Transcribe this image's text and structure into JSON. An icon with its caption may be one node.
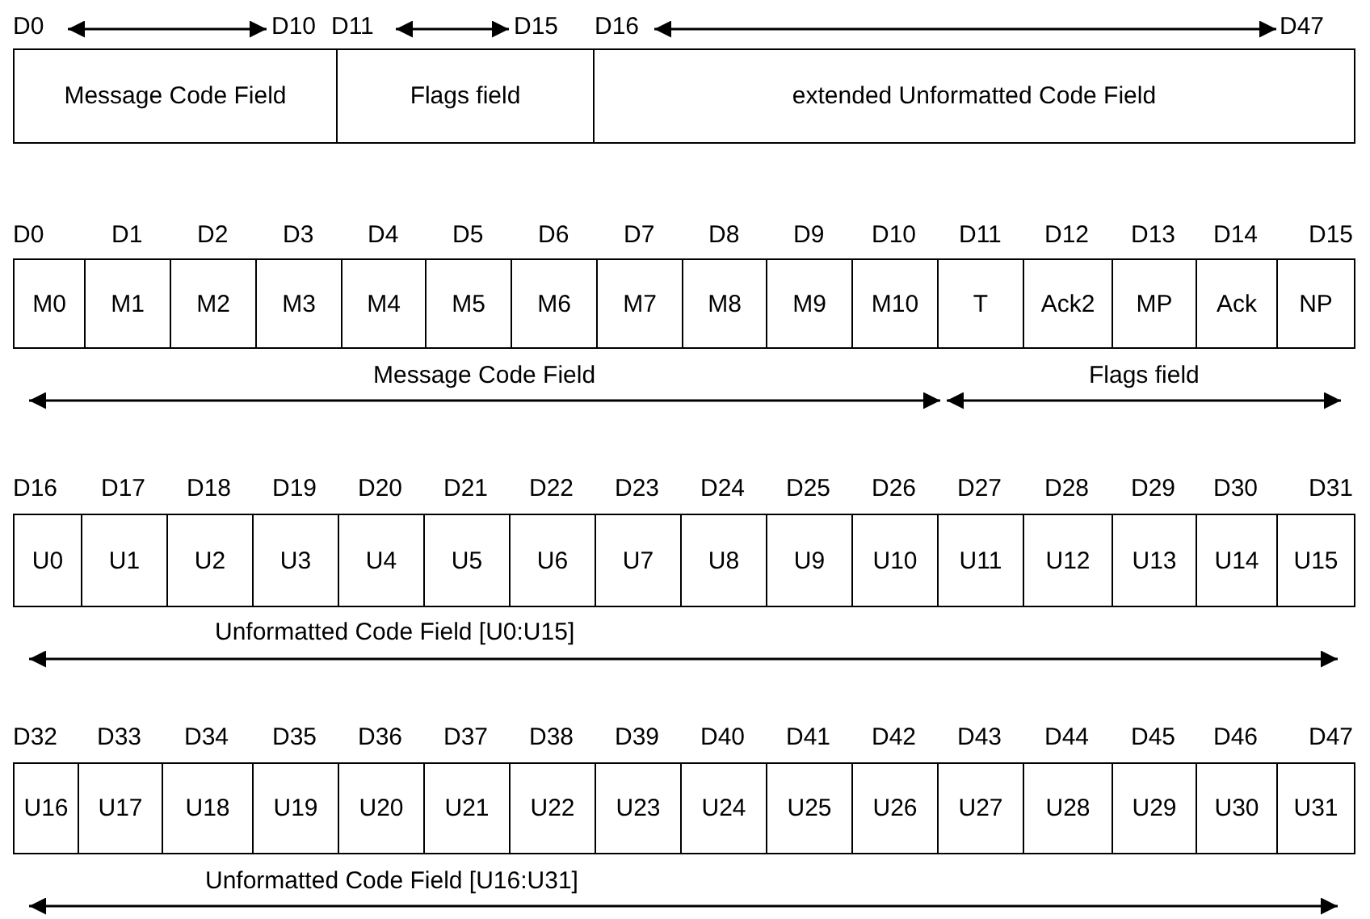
{
  "diagram": {
    "nodes": [
      {
        "text": [
          "Message Code Field"
        ]
      },
      {
        "text": [
          "Flags field"
        ]
      },
      {
        "text": [
          "extended Unformatted Code Field"
        ]
      },
      {
        "text": [
          "M0"
        ]
      },
      {
        "text": [
          "M1"
        ]
      },
      {
        "text": [
          "M2"
        ]
      },
      {
        "text": [
          "M3"
        ]
      },
      {
        "text": [
          "M4"
        ]
      },
      {
        "text": [
          "M5"
        ]
      },
      {
        "text": [
          "M6"
        ]
      },
      {
        "text": [
          "M7"
        ]
      },
      {
        "text": [
          "M8"
        ]
      },
      {
        "text": [
          "M9"
        ]
      },
      {
        "text": [
          "M10"
        ]
      },
      {
        "text": [
          "T"
        ]
      },
      {
        "text": [
          "Ack2"
        ]
      },
      {
        "text": [
          "MP"
        ]
      },
      {
        "text": [
          "Ack"
        ]
      },
      {
        "text": [
          "NP"
        ]
      },
      {
        "text": [
          "U0"
        ]
      },
      {
        "text": [
          "U1"
        ]
      },
      {
        "text": [
          "U2"
        ]
      },
      {
        "text": [
          "U3"
        ]
      },
      {
        "text": [
          "U4"
        ]
      },
      {
        "text": [
          "U5"
        ]
      },
      {
        "text": [
          "U6"
        ]
      },
      {
        "text": [
          "U7"
        ]
      },
      {
        "text": [
          "U8"
        ]
      },
      {
        "text": [
          "U9"
        ]
      },
      {
        "text": [
          "U10"
        ]
      },
      {
        "text": [
          "U11"
        ]
      },
      {
        "text": [
          "U12"
        ]
      },
      {
        "text": [
          "U13"
        ]
      },
      {
        "text": [
          "U14"
        ]
      },
      {
        "text": [
          "U15"
        ]
      },
      {
        "text": [
          "U16"
        ]
      },
      {
        "text": [
          "U17"
        ]
      },
      {
        "text": [
          "U18"
        ]
      },
      {
        "text": [
          "U19"
        ]
      },
      {
        "text": [
          "U20"
        ]
      },
      {
        "text": [
          "U21"
        ]
      },
      {
        "text": [
          "U22"
        ]
      },
      {
        "text": [
          "U23"
        ]
      },
      {
        "text": [
          "U24"
        ]
      },
      {
        "text": [
          "U25"
        ]
      },
      {
        "text": [
          "U26"
        ]
      },
      {
        "text": [
          "U27"
        ]
      },
      {
        "text": [
          "U28"
        ]
      },
      {
        "text": [
          "U29"
        ]
      },
      {
        "text": [
          "U30"
        ]
      },
      {
        "text": [
          "U31"
        ]
      }
    ],
    "labels": [
      "D0",
      "D10",
      "D11",
      "D15",
      "D16",
      "D47",
      "D0",
      "D1",
      "D2",
      "D3",
      "D4",
      "D5",
      "D6",
      "D7",
      "D8",
      "D9",
      "D10",
      "D11",
      "D12",
      "D13",
      "D14",
      "D15",
      "Message Code Field",
      "Flags field",
      "D16",
      "D17",
      "D18",
      "D19",
      "D20",
      "D21",
      "D22",
      "D23",
      "D24",
      "D25",
      "D26",
      "D27",
      "D28",
      "D29",
      "D30",
      "D31",
      "Unformatted Code Field [U0:U15]",
      "D32",
      "D33",
      "D34",
      "D35",
      "D36",
      "D37",
      "D38",
      "D39",
      "D40",
      "D41",
      "D42",
      "D43",
      "D44",
      "D45",
      "D46",
      "D47",
      "Unformatted Code Field [U16:U31]"
    ]
  }
}
